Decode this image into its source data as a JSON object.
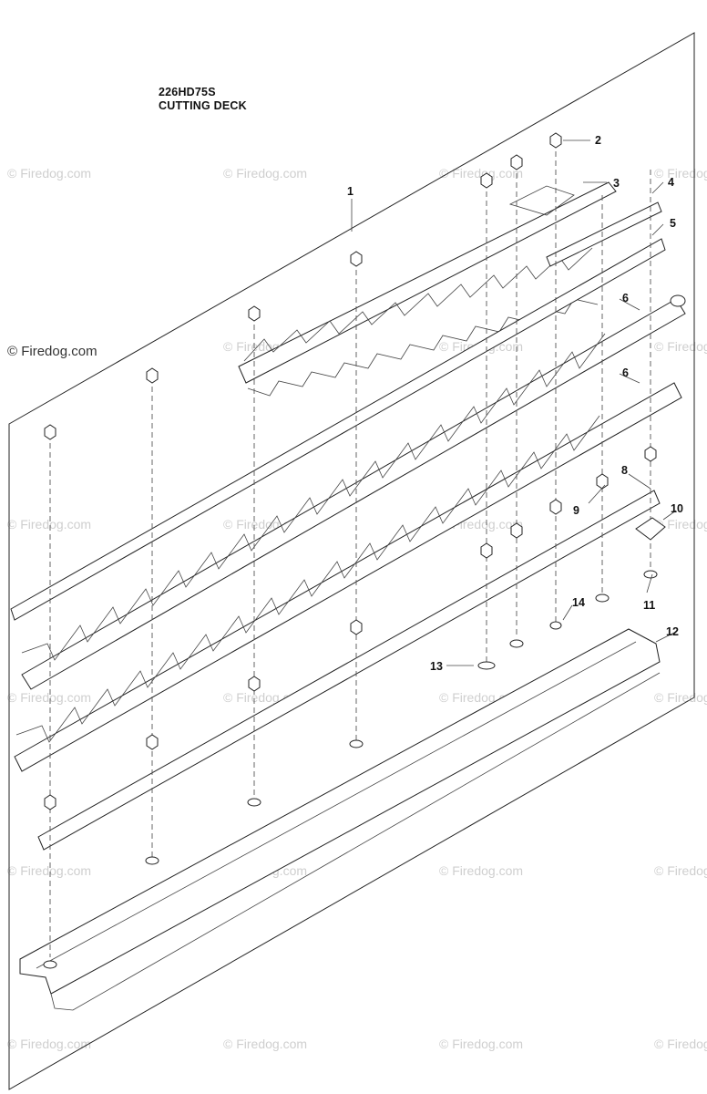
{
  "header": {
    "model": "226HD75S",
    "section": "CUTTING DECK"
  },
  "watermarks": {
    "faint": "© Firedog.com",
    "prominent": "© Firedog.com"
  },
  "callouts": [
    "1",
    "2",
    "3",
    "4",
    "5",
    "6",
    "6",
    "8",
    "9",
    "10",
    "11",
    "12",
    "13",
    "14"
  ],
  "colors": {
    "ink": "#222222",
    "background": "#ffffff",
    "watermark": "#cfcfcf"
  }
}
